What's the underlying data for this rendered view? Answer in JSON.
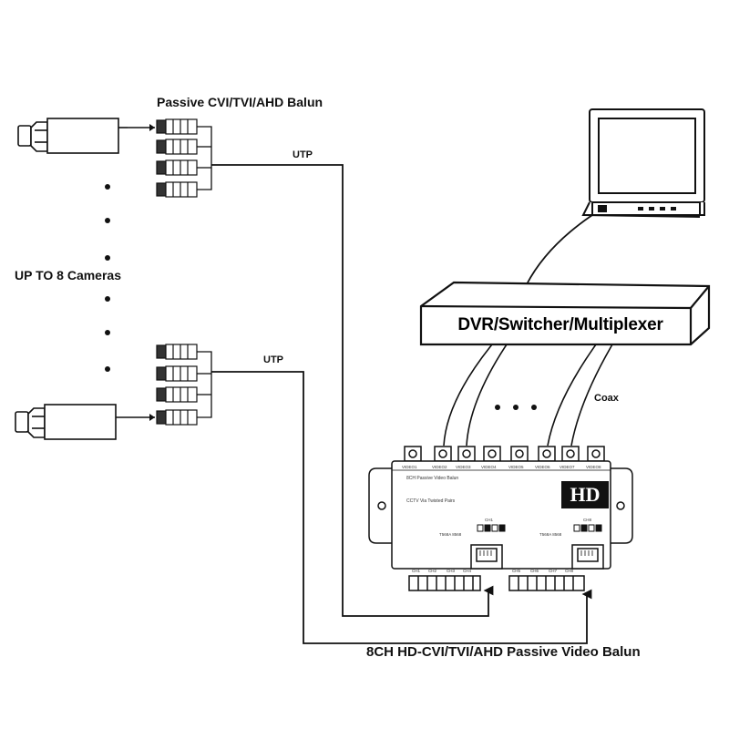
{
  "labels": {
    "balun_title": "Passive CVI/TVI/AHD Balun",
    "utp_top": "UTP",
    "utp_bottom": "UTP",
    "cameras": "UP TO 8 Cameras",
    "dvr": "DVR/Switcher/Multiplexer",
    "coax": "Coax",
    "product": "8CH HD-CVI/TVI/AHD Passive Video Balun"
  },
  "device": {
    "badge": "HD",
    "title": "8CH Passive Video Balun",
    "subtitle": "CCTV Via Twisted Pairs",
    "video_ports": [
      "VIDEO1",
      "VIDEO2",
      "VIDEO3",
      "VIDEO4",
      "VIDEO5",
      "VIDEO6",
      "VIDEO7",
      "VIDEO8"
    ],
    "rj45_left_label": "T568A 8568",
    "rj45_right_label": "T568A 8568",
    "dip_left": "CH1",
    "dip_right": "CH8",
    "terminal_labels": [
      "CH1",
      "CH2",
      "CH3",
      "CH4",
      "CH5",
      "CH6",
      "CH7",
      "CH8"
    ]
  },
  "colors": {
    "line": "#111111",
    "box_fill": "#ffffff",
    "badge": "#111111"
  }
}
